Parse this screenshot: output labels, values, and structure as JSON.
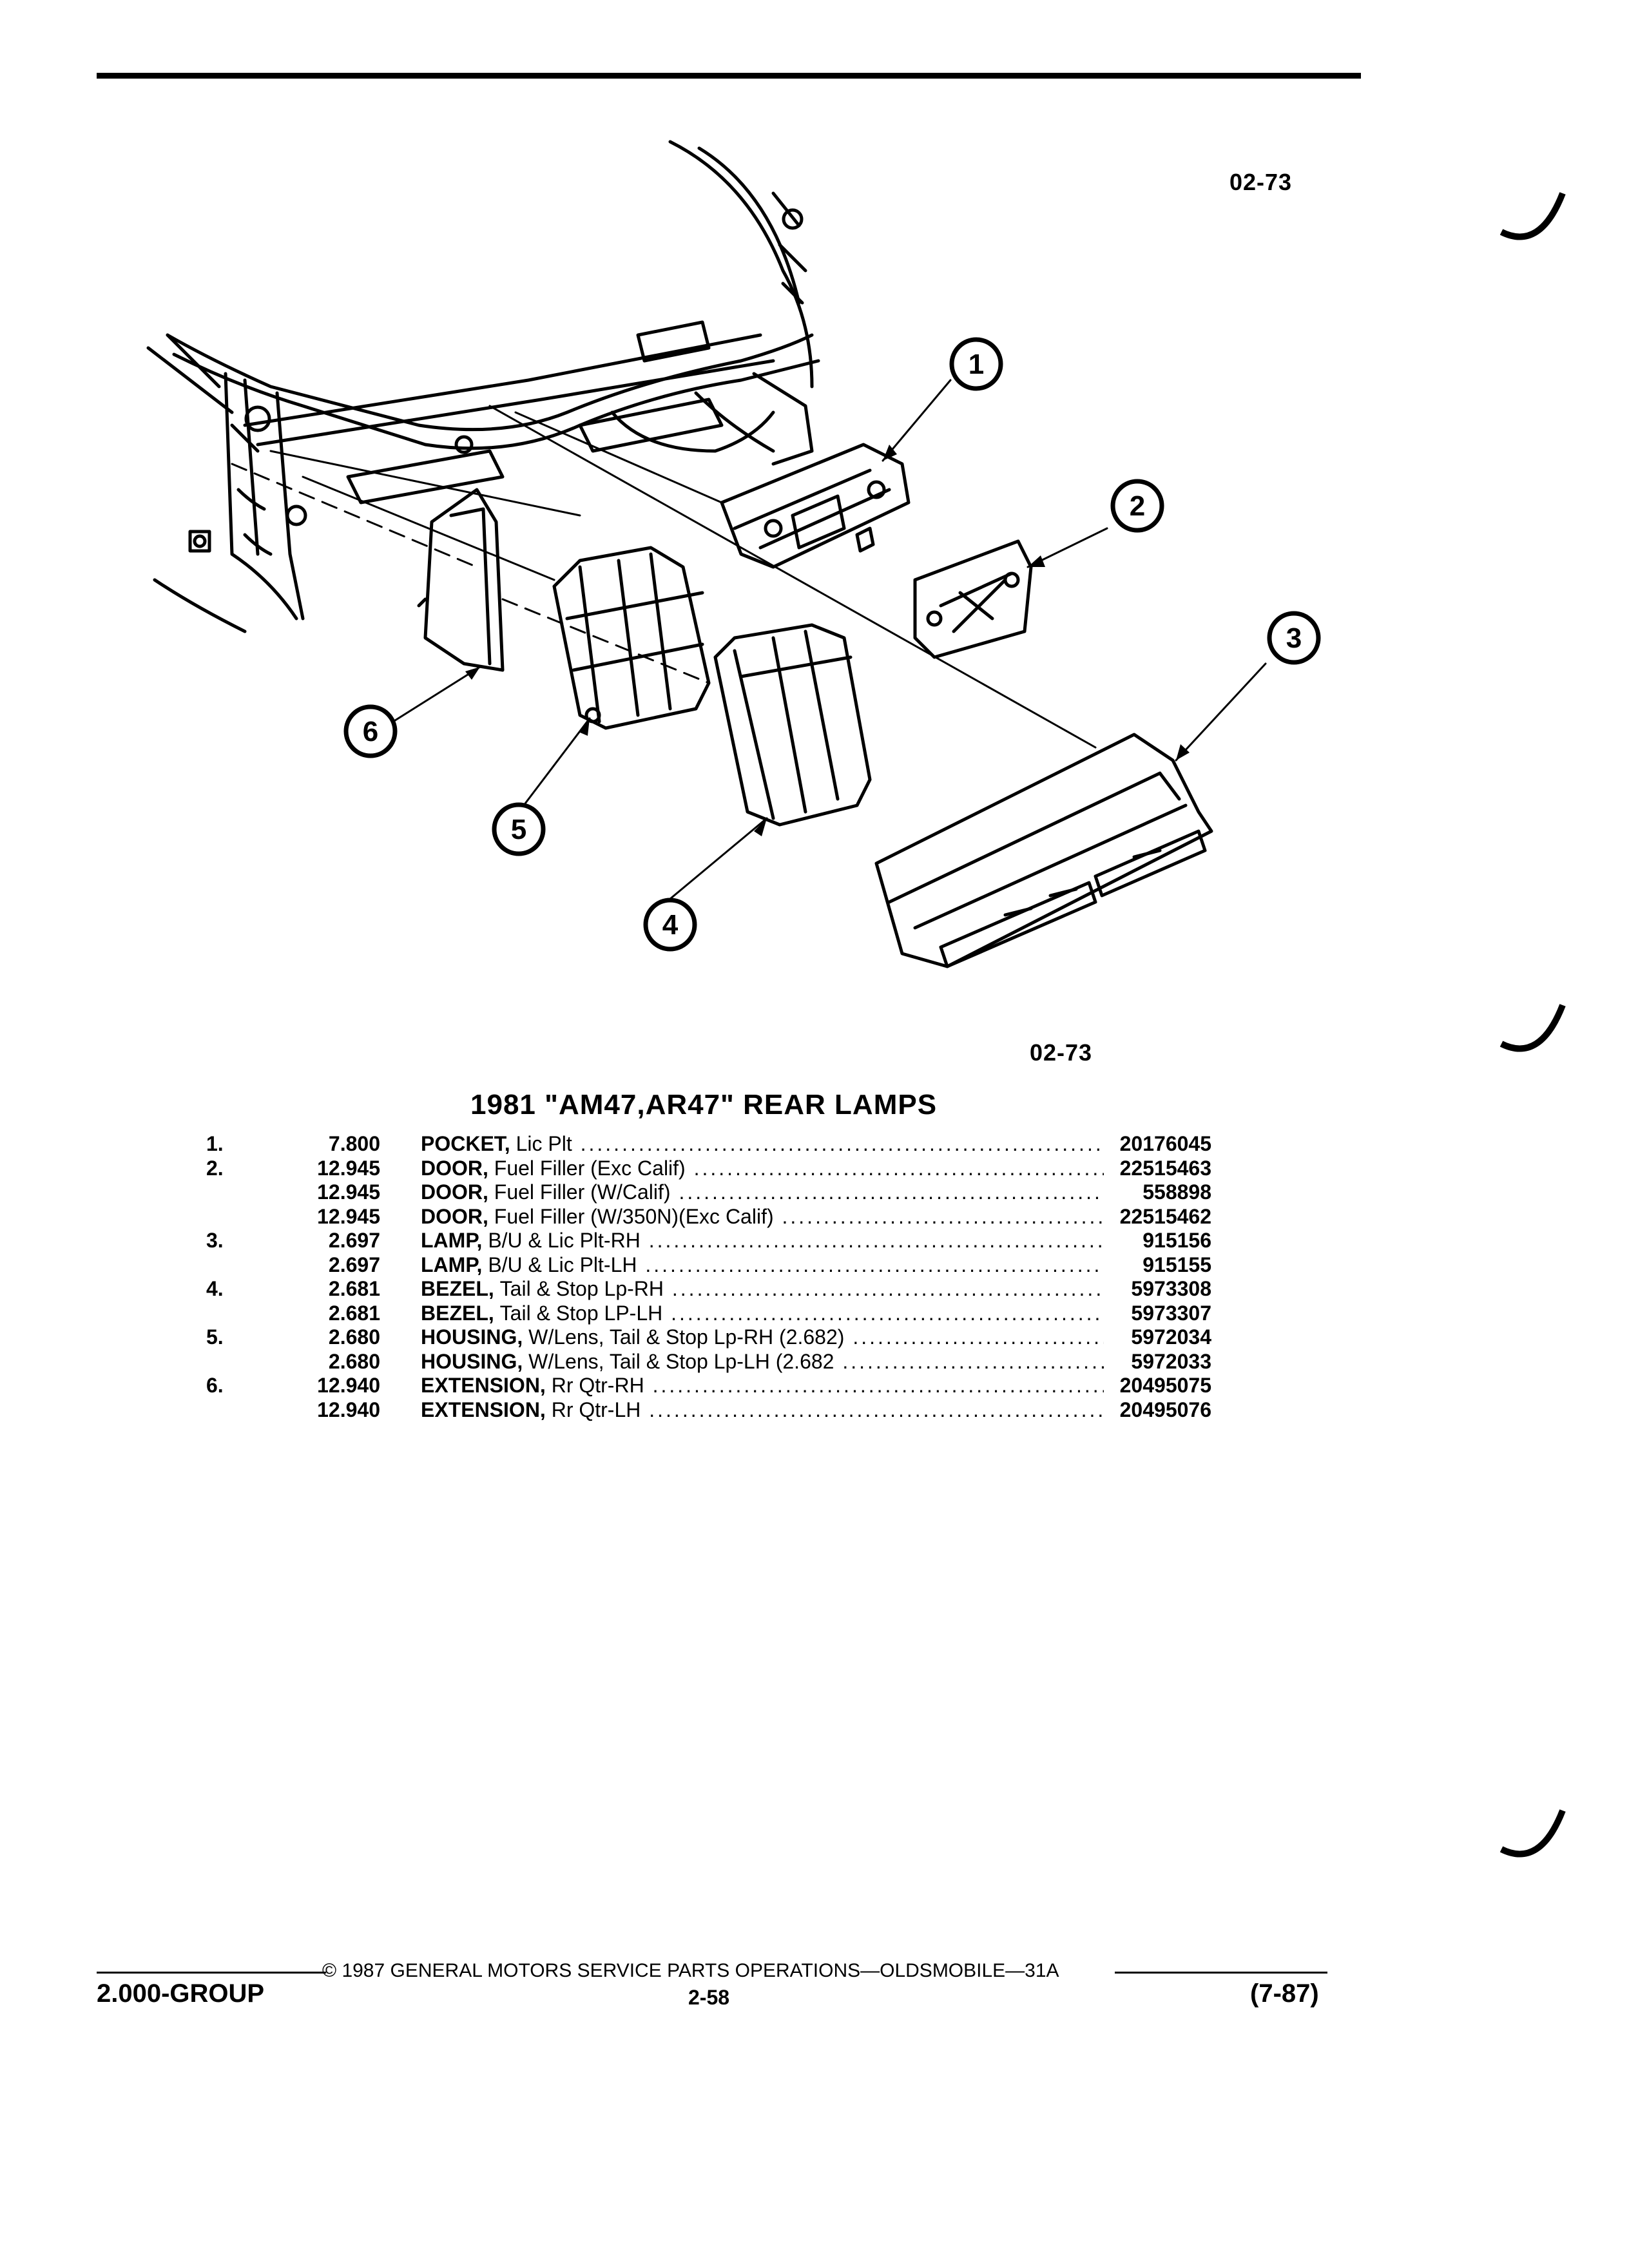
{
  "figure_code_top": "02-73",
  "figure_code_bottom": "02-73",
  "callouts": [
    "1",
    "2",
    "3",
    "4",
    "5",
    "6"
  ],
  "title": "1981 \"AM47,AR47\" REAR LAMPS",
  "parts": [
    {
      "item": "1.",
      "group": "7.800",
      "name": "POCKET,",
      "desc": "Lic Plt",
      "part_no": "20176045"
    },
    {
      "item": "2.",
      "group": "12.945",
      "name": "DOOR,",
      "desc": "Fuel Filler (Exc Calif)",
      "part_no": "22515463"
    },
    {
      "item": "",
      "group": "12.945",
      "name": "DOOR,",
      "desc": "Fuel Filler (W/Calif)",
      "part_no": "558898"
    },
    {
      "item": "",
      "group": "12.945",
      "name": "DOOR,",
      "desc": "Fuel Filler (W/350N)(Exc Calif)",
      "part_no": "22515462"
    },
    {
      "item": "3.",
      "group": "2.697",
      "name": "LAMP,",
      "desc": "B/U & Lic Plt-RH",
      "part_no": "915156"
    },
    {
      "item": "",
      "group": "2.697",
      "name": "LAMP,",
      "desc": "B/U & Lic Plt-LH",
      "part_no": "915155"
    },
    {
      "item": "4.",
      "group": "2.681",
      "name": "BEZEL,",
      "desc": "Tail & Stop Lp-RH",
      "part_no": "5973308"
    },
    {
      "item": "",
      "group": "2.681",
      "name": "BEZEL,",
      "desc": "Tail & Stop LP-LH",
      "part_no": "5973307"
    },
    {
      "item": "5.",
      "group": "2.680",
      "name": "HOUSING,",
      "desc": "W/Lens, Tail & Stop Lp-RH (2.682)",
      "part_no": "5972034"
    },
    {
      "item": "",
      "group": "2.680",
      "name": "HOUSING,",
      "desc": "W/Lens, Tail & Stop Lp-LH (2.682",
      "part_no": "5972033"
    },
    {
      "item": "6.",
      "group": "12.940",
      "name": "EXTENSION,",
      "desc": "Rr Qtr-RH",
      "part_no": "20495075"
    },
    {
      "item": "",
      "group": "12.940",
      "name": "EXTENSION,",
      "desc": "Rr Qtr-LH",
      "part_no": "20495076"
    }
  ],
  "footer": {
    "copyright": "© 1987 GENERAL MOTORS SERVICE PARTS OPERATIONS—OLDSMOBILE—31A",
    "group": "2.000-GROUP",
    "page": "2-58",
    "date": "(7-87)"
  }
}
